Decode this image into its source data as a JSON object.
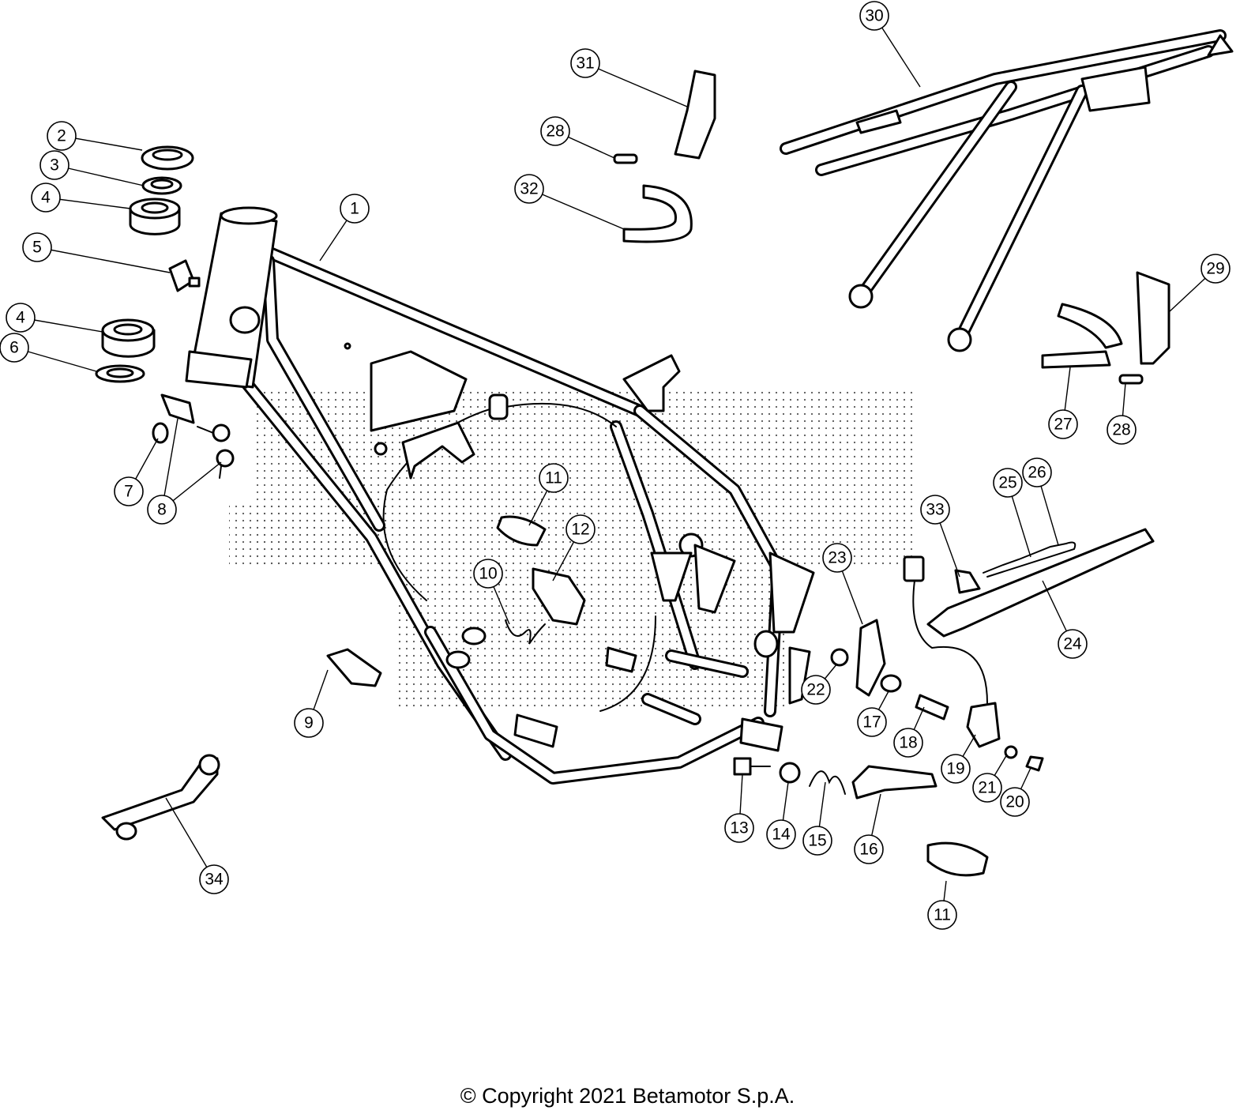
{
  "diagram": {
    "copyright": "© Copyright 2021 Betamotor S.p.A.",
    "callouts": [
      {
        "id": "c-1",
        "label": "1"
      },
      {
        "id": "c-2",
        "label": "2"
      },
      {
        "id": "c-3",
        "label": "3"
      },
      {
        "id": "c-4a",
        "label": "4"
      },
      {
        "id": "c-4b",
        "label": "4"
      },
      {
        "id": "c-5",
        "label": "5"
      },
      {
        "id": "c-6",
        "label": "6"
      },
      {
        "id": "c-7",
        "label": "7"
      },
      {
        "id": "c-8",
        "label": "8"
      },
      {
        "id": "c-9",
        "label": "9"
      },
      {
        "id": "c-10",
        "label": "10"
      },
      {
        "id": "c-11a",
        "label": "11"
      },
      {
        "id": "c-11b",
        "label": "11"
      },
      {
        "id": "c-12",
        "label": "12"
      },
      {
        "id": "c-13",
        "label": "13"
      },
      {
        "id": "c-14",
        "label": "14"
      },
      {
        "id": "c-15",
        "label": "15"
      },
      {
        "id": "c-16",
        "label": "16"
      },
      {
        "id": "c-17",
        "label": "17"
      },
      {
        "id": "c-18",
        "label": "18"
      },
      {
        "id": "c-19",
        "label": "19"
      },
      {
        "id": "c-20",
        "label": "20"
      },
      {
        "id": "c-21",
        "label": "21"
      },
      {
        "id": "c-22",
        "label": "22"
      },
      {
        "id": "c-23",
        "label": "23"
      },
      {
        "id": "c-24",
        "label": "24"
      },
      {
        "id": "c-25",
        "label": "25"
      },
      {
        "id": "c-26",
        "label": "26"
      },
      {
        "id": "c-27",
        "label": "27"
      },
      {
        "id": "c-28a",
        "label": "28"
      },
      {
        "id": "c-28b",
        "label": "28"
      },
      {
        "id": "c-29",
        "label": "29"
      },
      {
        "id": "c-30",
        "label": "30"
      },
      {
        "id": "c-31",
        "label": "31"
      },
      {
        "id": "c-32",
        "label": "32"
      },
      {
        "id": "c-33",
        "label": "33"
      },
      {
        "id": "c-34",
        "label": "34"
      }
    ]
  }
}
